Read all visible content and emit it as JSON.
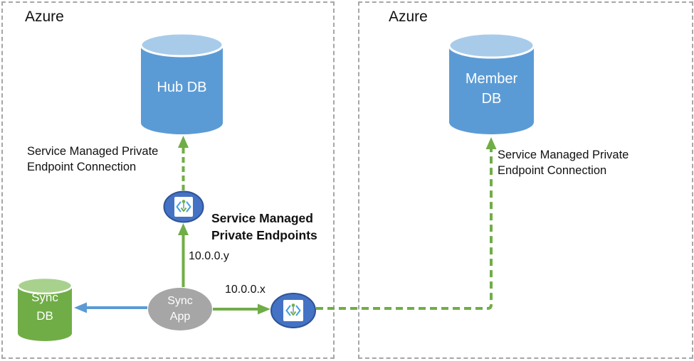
{
  "regions": {
    "left": {
      "label": "Azure"
    },
    "right": {
      "label": "Azure"
    }
  },
  "nodes": {
    "hub_db": {
      "label": "Hub DB",
      "type": "database"
    },
    "member_db": {
      "label": "Member\nDB",
      "type": "database"
    },
    "sync_db": {
      "label": "Sync\nDB",
      "type": "database"
    },
    "sync_app": {
      "label": "Sync\nApp",
      "type": "app"
    },
    "endpoint_upper": {
      "icon": "private-endpoint-icon"
    },
    "endpoint_right": {
      "icon": "private-endpoint-icon"
    }
  },
  "annotations": {
    "left_connection": "Service Managed Private\nEndpoint Connection",
    "right_connection": "Service Managed Private\nEndpoint Connection",
    "private_endpoints_title": "Service Managed\nPrivate Endpoints",
    "ip_y": "10.0.0.y",
    "ip_x": "10.0.0.x"
  },
  "colors": {
    "green": "#70AD47",
    "green_light": "#A9D18E",
    "blue": "#5B9BD5",
    "blue_light": "#A8CBEA",
    "endpoint_fill": "#4472C4",
    "endpoint_border": "#2E5395",
    "gray_node": "#A6A6A6",
    "region_border": "#A6A6A6"
  }
}
